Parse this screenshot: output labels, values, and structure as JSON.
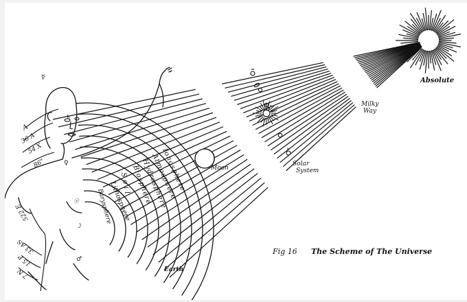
{
  "figure": {
    "number_label": "Fig 16",
    "title": "The Scheme of The Universe"
  },
  "cosmic_labels": {
    "absolute": "Absolute",
    "milky_way_line1": "Milky",
    "milky_way_line2": "Way",
    "solar_system_line1": "Solar",
    "solar_system_line2": "System",
    "moon": "Moon",
    "earth": "Earth"
  },
  "earth_spheres": [
    "Barysphere",
    "Lithosphere",
    "Soil",
    "Biosphere",
    "Hydrosphere",
    "Atmosphere",
    "Ionosphere"
  ],
  "head_scale": [
    "A",
    "36 A",
    "54 X",
    "86\""
  ],
  "body_scale": [
    "522 E",
    "33 AS",
    "15 P",
    "7 N"
  ],
  "symbols": {
    "saturn": "♄",
    "mercury": "☿",
    "venus": "♀",
    "moon": "☽",
    "mars": "♂",
    "sun": "☉"
  },
  "colors": {
    "ink": "#111111",
    "paper": "#ffffff",
    "frame": "#f3f2f3"
  }
}
